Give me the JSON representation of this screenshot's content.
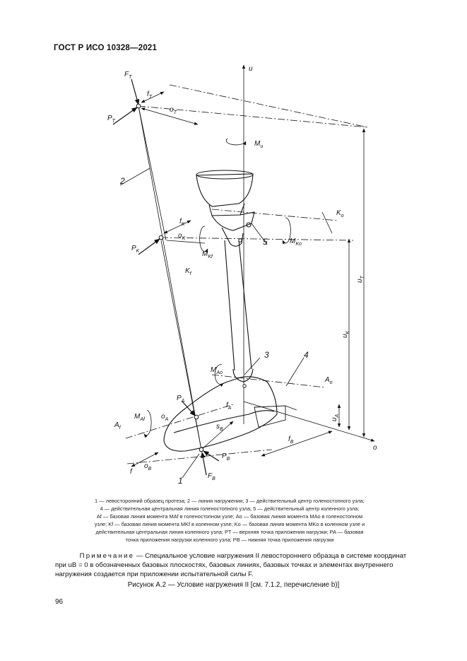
{
  "header": {
    "standard": "ГОСТ Р ИСО 10328—2021"
  },
  "figure": {
    "labels": {
      "u_axis": "u",
      "o_axis": "o",
      "F_T": "F",
      "F_T_sub": "T",
      "P_T": "P",
      "P_T_sub": "T",
      "f_T": "f",
      "f_T_sub": "T",
      "o_T": "o",
      "o_T_sub": "T",
      "M_u": "M",
      "M_u_sub": "u",
      "n2": "2",
      "K_o": "K",
      "K_o_sub": "o",
      "M_Ko": "M",
      "M_Ko_sub": "Ko",
      "f_K": "f",
      "f_K_sub": "K",
      "o_K": "o",
      "o_K_sub": "K",
      "P_K": "P",
      "P_K_sub": "K",
      "M_Kf": "M",
      "M_Kf_sub": "Kf",
      "K_f": "K",
      "K_f_sub": "f",
      "n5": "5",
      "u_T": "u",
      "u_T_sub": "T",
      "u_K": "u",
      "u_K_sub": "K",
      "n3": "3",
      "n4": "4",
      "M_Ao": "M",
      "M_Ao_sub": "Ao",
      "A_o": "A",
      "A_o_sub": "o",
      "P_A": "P",
      "P_A_sub": "A",
      "f_A": "f",
      "f_A_sub": "A",
      "u_A": "u",
      "u_A_sub": "A",
      "M_Af": "M",
      "M_Af_sub": "Af",
      "o_A": "o",
      "o_A_sub": "A",
      "A_f": "A",
      "A_f_sub": "f",
      "s_B": "s",
      "s_B_sub": "B",
      "f_B": "f",
      "f_B_sub": "B",
      "f_axis": "f",
      "o_B": "o",
      "o_B_sub": "B",
      "P_B": "P",
      "P_B_sub": "B",
      "n1": "1",
      "F_B": "F",
      "F_B_sub": "B"
    }
  },
  "legend": [
    "1 — левосторонний образец протеза; 2 — линия нагружения; 3 — действительный центр голеностопного узла;",
    "4 — действительная центральная линия голеностопного узла; 5 — действительный центр коленного узла;",
    "Af — базовая линия момента MAf в голеностопном узле; Ao — базовая линия момента MAo в голеностопном",
    "узле; Kf — базовая линия момента MKf в коленном узле; Ko — базовая линия момента MKo в коленном узле и",
    "действительная центральная линия коленного узла; PT — верхняя точка приложения нагрузки; PA — базовая",
    "точка приложения нагрузки коленного узла; PB — нижняя точка приложения нагрузки"
  ],
  "note": {
    "lead": "Примечание",
    "text": " — Специальное условие нагружения II левостороннего образца в системе координат при uB = 0 в обозначенных базовых плоскостях, базовых линиях, базовых точках и элементах внутреннего нагружения создается при приложении испытательной силы F."
  },
  "caption": "Рисунок А.2 — Условие нагружения II [см. 7.1.2, перечисление b)]",
  "page_number": "96"
}
